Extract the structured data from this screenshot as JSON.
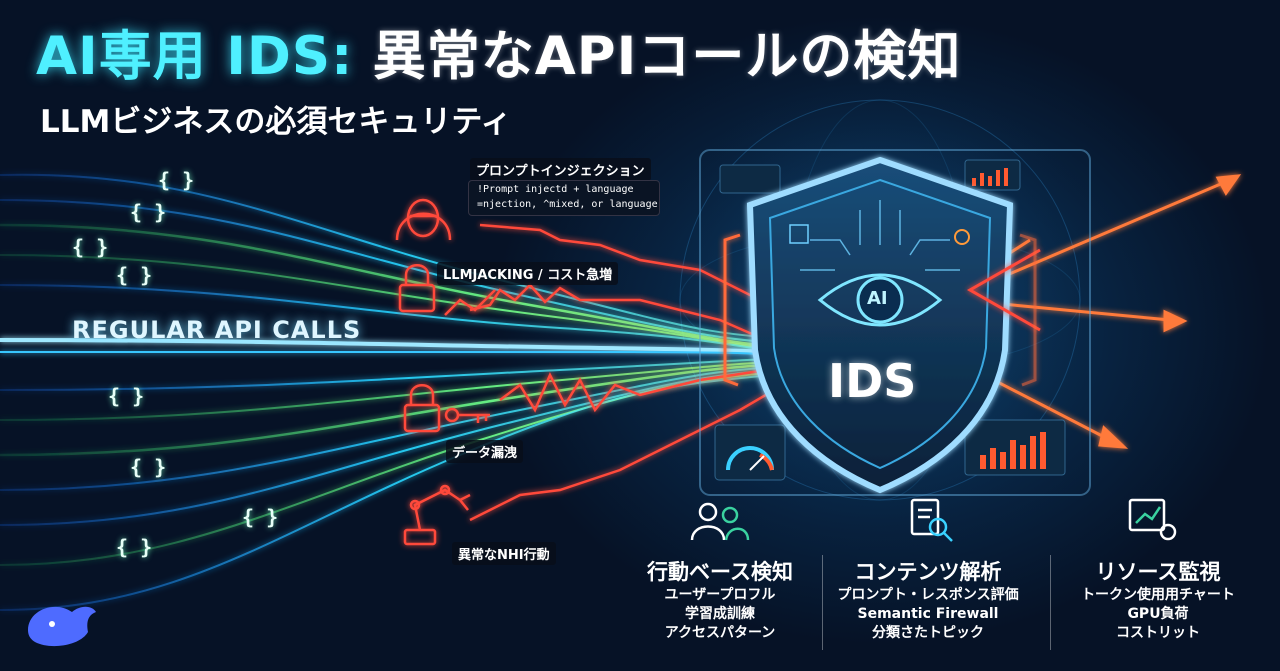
{
  "title_accent": "AI専用 IDS:",
  "title_main": "異常なAPIコールの検知",
  "subtitle": "LLMビジネスの必須セキュリティ",
  "regular_label": "REGULAR API CALLS",
  "threats": {
    "prompt_injection": {
      "label": "プロンプトインジェクション",
      "line1": "!Prompt injectd + language",
      "line2": "=njection, ^mixed, or language"
    },
    "llmjacking": {
      "label": "LLMJACKING / コスト急増"
    },
    "data_leak": {
      "label": "データ漏洩"
    },
    "nhi": {
      "label": "異常なNHI行動"
    }
  },
  "shield": {
    "ai_label": "AI",
    "ids_label": "IDS"
  },
  "columns": [
    {
      "heading": "行動ベース検知",
      "lines": [
        "ユーザープロフル",
        "学習成訓練",
        "アクセスパターン"
      ],
      "icon": "users-icon"
    },
    {
      "heading": "コンテンツ解析",
      "lines": [
        "プロンプト・レスポンス評価",
        "Semantic Firewall",
        "分類さたトピック"
      ],
      "icon": "document-search-icon"
    },
    {
      "heading": "リソース監視",
      "lines": [
        "トークン使用用チャート",
        "GPU負荷",
        "コストリット"
      ],
      "icon": "chart-gear-icon"
    }
  ],
  "code_snippets": [
    "{ }",
    "{ }",
    "{ }",
    "{ }",
    "{ }",
    "{ }",
    "{ }",
    "{ }"
  ],
  "colors": {
    "accent": "#4ff0ff",
    "threat": "#ff4a3a",
    "bg": "#061226"
  }
}
